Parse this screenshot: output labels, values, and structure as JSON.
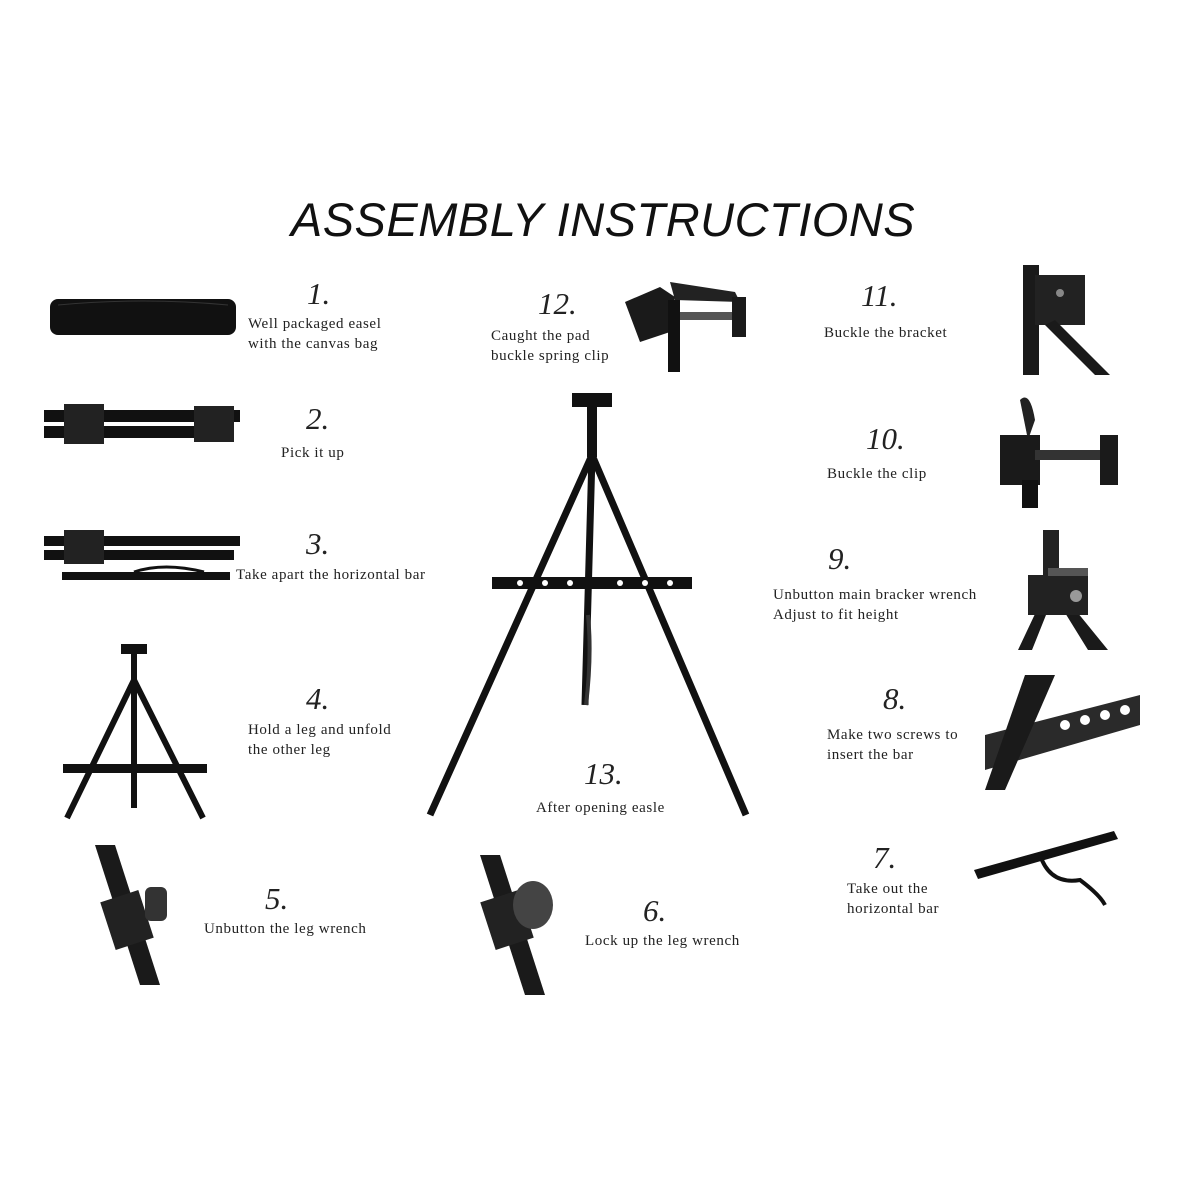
{
  "title": "ASSEMBLY INSTRUCTIONS",
  "steps": [
    {
      "number": "1.",
      "lines": [
        "Well packaged easel",
        "with the canvas bag"
      ]
    },
    {
      "number": "2.",
      "lines": [
        "Pick it up"
      ]
    },
    {
      "number": "3.",
      "lines": [
        "Take apart the horizontal bar"
      ]
    },
    {
      "number": "4.",
      "lines": [
        "Hold a leg and unfold",
        "the other leg"
      ]
    },
    {
      "number": "5.",
      "lines": [
        "Unbutton the leg wrench"
      ]
    },
    {
      "number": "6.",
      "lines": [
        "Lock up the leg wrench"
      ]
    },
    {
      "number": "7.",
      "lines": [
        "Take out the",
        "horizontal bar"
      ]
    },
    {
      "number": "8.",
      "lines": [
        "Make two screws to",
        "insert the bar"
      ]
    },
    {
      "number": "9.",
      "lines": [
        "Unbutton main bracker wrench",
        "Adjust to fit height"
      ]
    },
    {
      "number": "10.",
      "lines": [
        "Buckle the clip"
      ]
    },
    {
      "number": "11.",
      "lines": [
        "Buckle the bracket"
      ]
    },
    {
      "number": "12.",
      "lines": [
        "Caught the pad",
        "buckle spring clip"
      ]
    },
    {
      "number": "13.",
      "lines": [
        "After opening easle"
      ]
    }
  ]
}
